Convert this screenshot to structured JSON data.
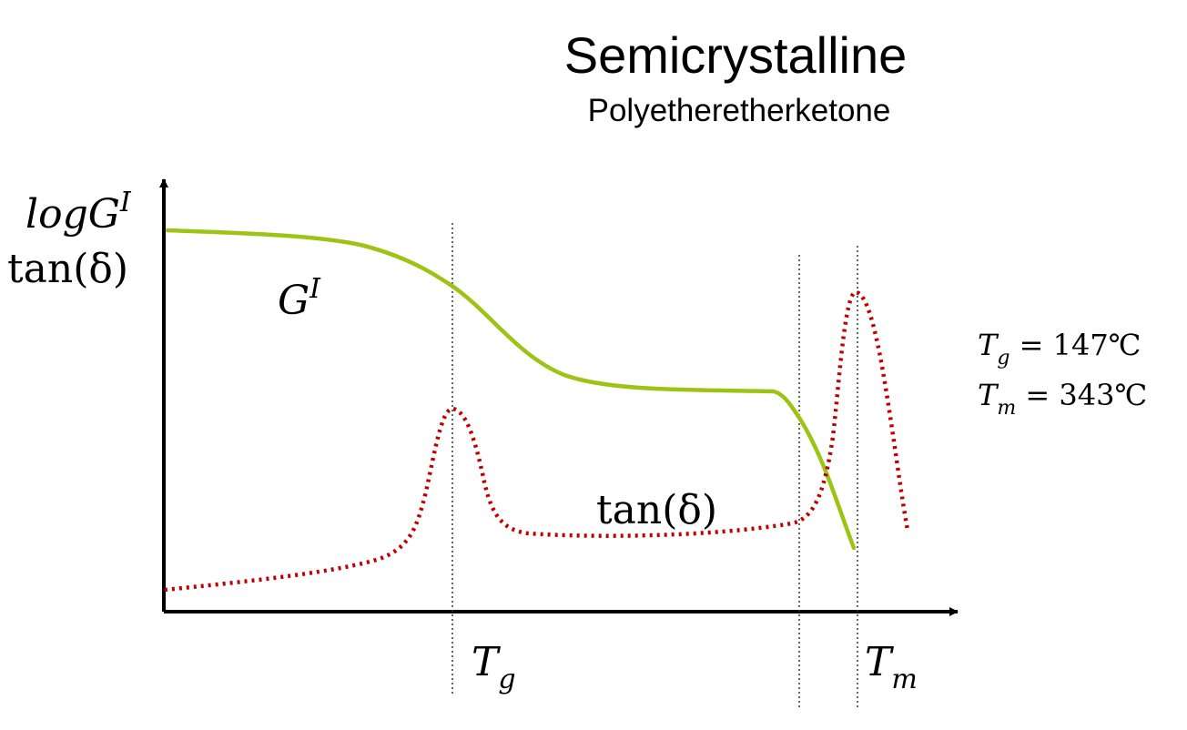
{
  "chart_data": {
    "type": "line",
    "title": "Semicrystalline",
    "subtitle": "Polyetheretherketone",
    "ylabel": {
      "line1": {
        "base": "logG",
        "sup": "I"
      },
      "line2": "tan(δ)"
    },
    "x_markers": [
      {
        "label": {
          "base": "T",
          "sub": "g"
        }
      },
      {
        "label": {
          "base": "T",
          "sub": "m"
        }
      }
    ],
    "annotations": [
      {
        "base": "T",
        "sub": "g",
        "rest": " = 147℃"
      },
      {
        "base": "T",
        "sub": "m",
        "rest": " = 343℃"
      }
    ],
    "series": [
      {
        "name": {
          "base": "G",
          "sup": "I"
        },
        "style": "solid",
        "color": "#9dc414"
      },
      {
        "name": "tan(δ)",
        "style": "dotted",
        "color": "#c00000"
      }
    ],
    "axis_color": "#000000",
    "grid": false
  }
}
